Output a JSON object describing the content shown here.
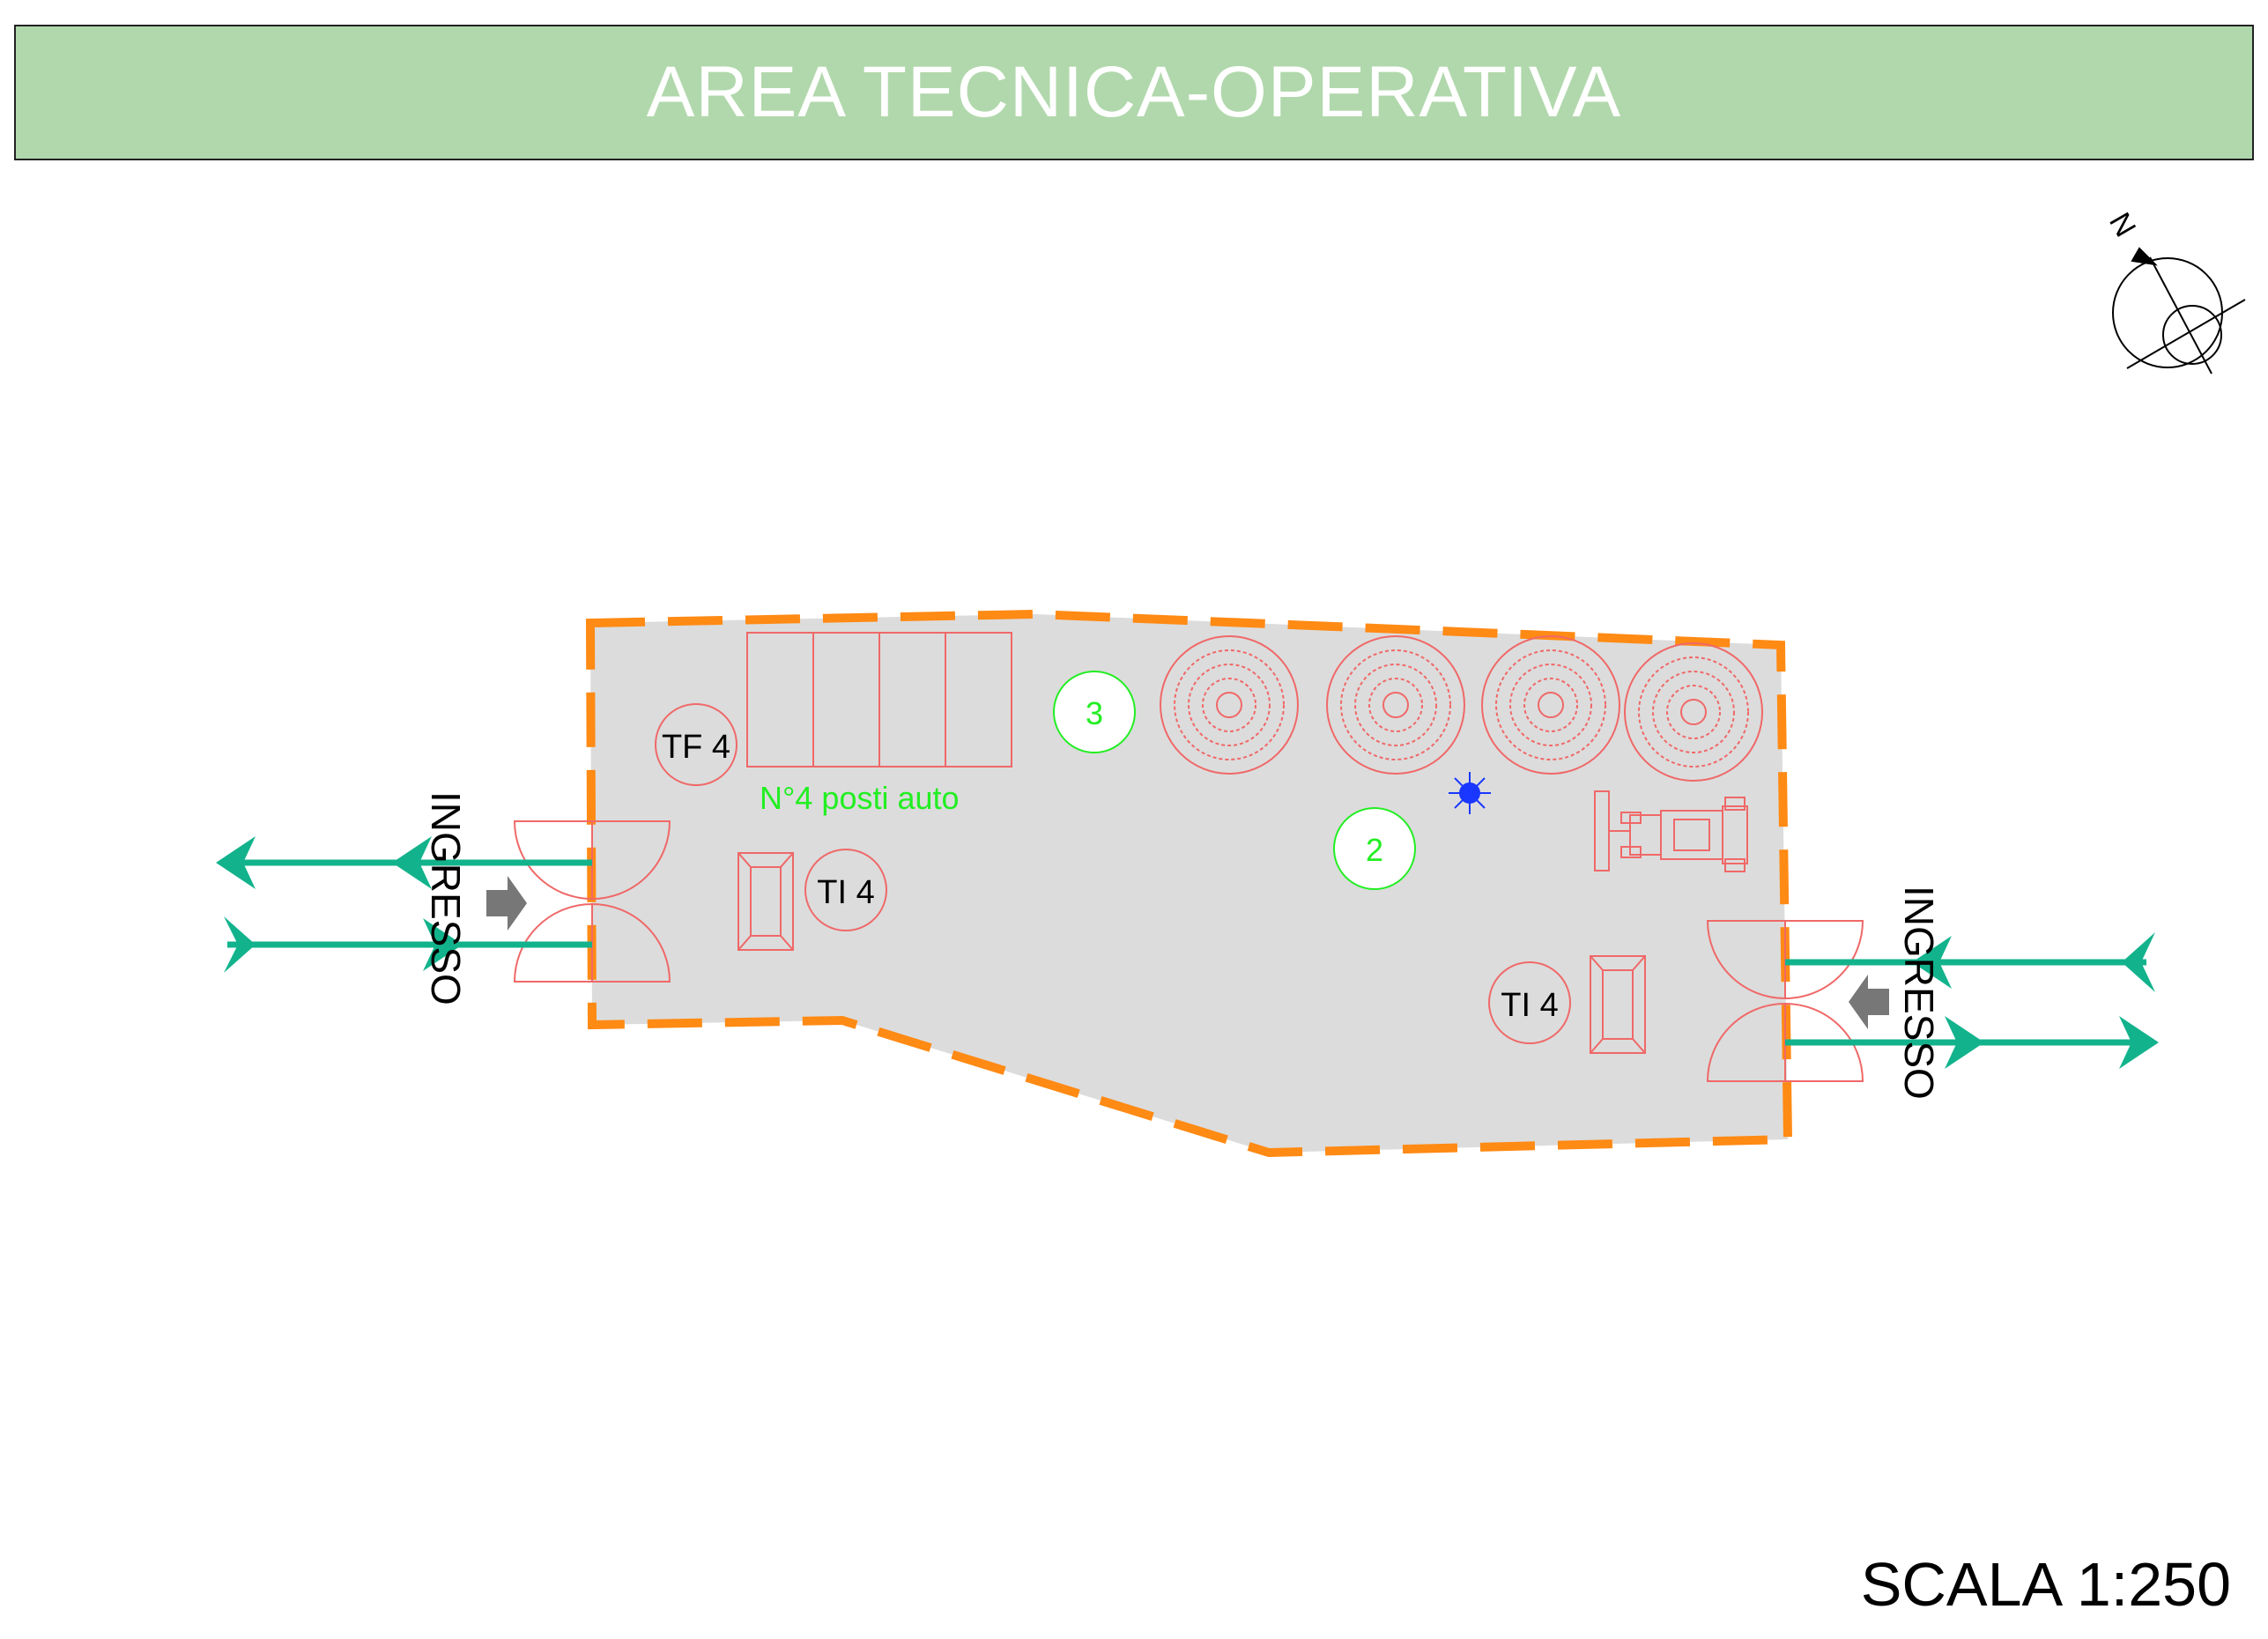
{
  "header": {
    "title": "AREA TECNICA-OPERATIVA"
  },
  "scale": {
    "label": "SCALA 1:250"
  },
  "compass": {
    "north_label": "N"
  },
  "entrances": {
    "left_label": "INGRESSO",
    "right_label": "INGRESSO"
  },
  "labels": {
    "tf4": "TF 4",
    "ti4_left": "TI 4",
    "ti4_right": "TI 4",
    "parking": "N°4 posti auto",
    "marker_3": "3",
    "marker_2": "2"
  },
  "colors": {
    "header_bg": "#b1d8ac",
    "boundary": "#ff8a14",
    "area_fill": "#dcdcdc",
    "arrows": "#12b38c",
    "symbols": "#f06868",
    "markers": "#22ee22",
    "light": "#1a37ff"
  },
  "icons": [
    "compass-icon",
    "tree-icon",
    "tractor-icon",
    "light-icon",
    "arrow-icon",
    "gate-icon"
  ]
}
